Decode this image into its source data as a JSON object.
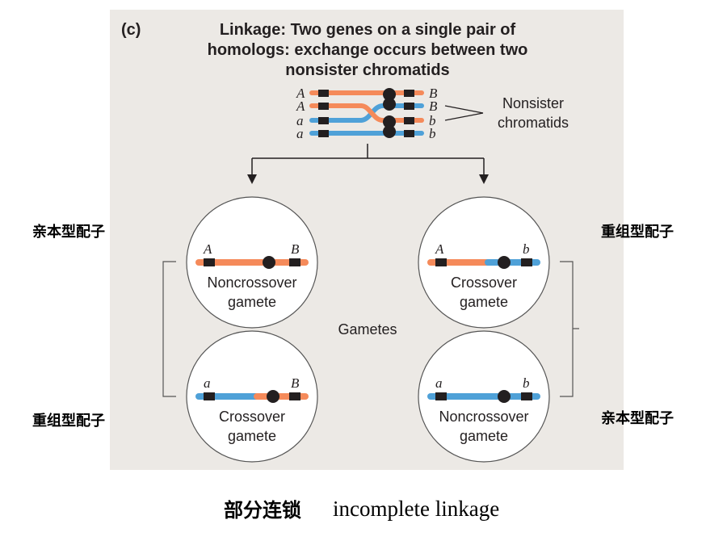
{
  "panel": {
    "label": "(c)",
    "title_lines": [
      "Linkage: Two genes on a single pair of",
      "homologs: exchange occurs between two",
      "nonsister chromatids"
    ],
    "nonsister_lines": [
      "Nonsister",
      "chromatids"
    ],
    "gametes_label": "Gametes"
  },
  "chromatids": [
    {
      "left_allele": "A",
      "right_allele": "B",
      "color": "orange"
    },
    {
      "left_allele": "A",
      "right_allele": "B",
      "color": "orange"
    },
    {
      "left_allele": "a",
      "right_allele": "b",
      "color": "blue"
    },
    {
      "left_allele": "a",
      "right_allele": "b",
      "color": "blue"
    }
  ],
  "gametes": [
    {
      "left_allele": "A",
      "right_allele": "B",
      "label_lines": [
        "Noncrossover",
        "gamete"
      ],
      "annotation": "亲本型配子"
    },
    {
      "left_allele": "A",
      "right_allele": "b",
      "label_lines": [
        "Crossover",
        "gamete"
      ],
      "annotation": "重组型配子"
    },
    {
      "left_allele": "a",
      "right_allele": "B",
      "label_lines": [
        "Crossover",
        "gamete"
      ],
      "annotation": "重组型配子"
    },
    {
      "left_allele": "a",
      "right_allele": "b",
      "label_lines": [
        "Noncrossover",
        "gamete"
      ],
      "annotation": "亲本型配子"
    }
  ],
  "caption": {
    "zh": "部分连锁",
    "en": "incomplete linkage"
  },
  "colors": {
    "panel_bg": "#ece9e5",
    "orange": "#f58a5a",
    "blue": "#4fa1d8",
    "marker": "#231f20",
    "circle_fill": "#ffffff",
    "circle_stroke": "#555555"
  }
}
